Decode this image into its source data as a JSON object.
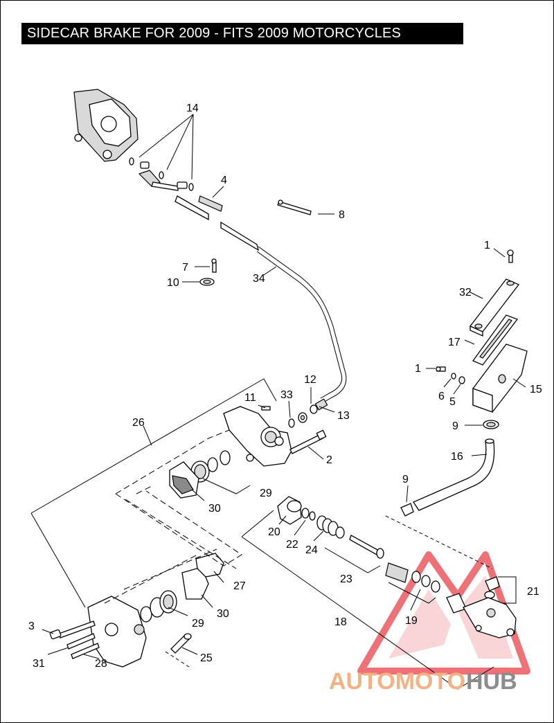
{
  "title": "SIDECAR BRAKE FOR 2009 - FITS 2009 MOTORCYCLES",
  "callouts": {
    "c1a": "1",
    "c1b": "1",
    "c2": "2",
    "c3": "3",
    "c4": "4",
    "c5": "5",
    "c6": "6",
    "c7": "7",
    "c8": "8",
    "c9a": "9",
    "c9b": "9",
    "c10": "10",
    "c11": "11",
    "c12": "12",
    "c13": "13",
    "c14": "14",
    "c15": "15",
    "c16": "16",
    "c17": "17",
    "c18": "18",
    "c19": "19",
    "c20": "20",
    "c21": "21",
    "c22": "22",
    "c23": "23",
    "c24": "24",
    "c25": "25",
    "c26": "26",
    "c27": "27",
    "c28": "28",
    "c29a": "29",
    "c29b": "29",
    "c30a": "30",
    "c30b": "30",
    "c31": "31",
    "c32": "32",
    "c33": "33",
    "c34": "34"
  },
  "watermark": {
    "part1": "AUTOMOTO",
    "part2": "HUB",
    "color1": "#f4b183",
    "color2": "#8c8c8c",
    "logo_color": "#e8424a"
  }
}
